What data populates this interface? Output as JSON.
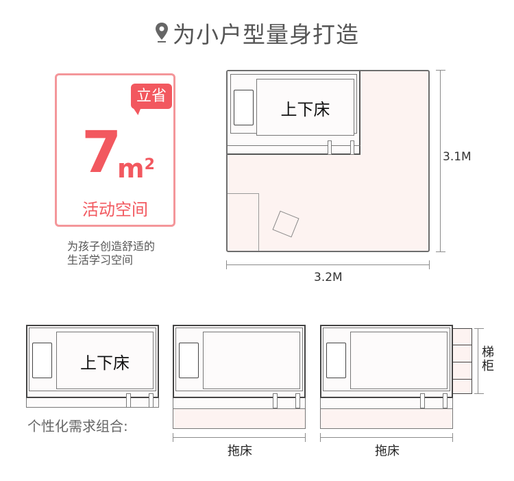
{
  "header": {
    "icon": "location-pin-icon",
    "title": "为小户型量身打造"
  },
  "saving_card": {
    "badge": "立省",
    "number": "7",
    "unit": "m",
    "unit_power": "2",
    "caption": "活动空间",
    "description_line1": "为孩子创造舒适的",
    "description_line2": "生活学习空间"
  },
  "floor_plan": {
    "bed_label": "上下床",
    "height_dimension": "3.1M",
    "width_dimension": "3.2M"
  },
  "combinations": {
    "label": "个性化需求组合:",
    "items": [
      {
        "bed_label": "上下床",
        "dimension_label": ""
      },
      {
        "bed_label": "",
        "dimension_label": "拖床"
      },
      {
        "bed_label": "",
        "dimension_label": "拖床",
        "side_label_1": "梯",
        "side_label_2": "柜"
      }
    ]
  },
  "colors": {
    "accent": "#f2585f",
    "card_border": "#f4969a",
    "room_fill": "#fdf3f1",
    "line": "#6d6d6d"
  }
}
